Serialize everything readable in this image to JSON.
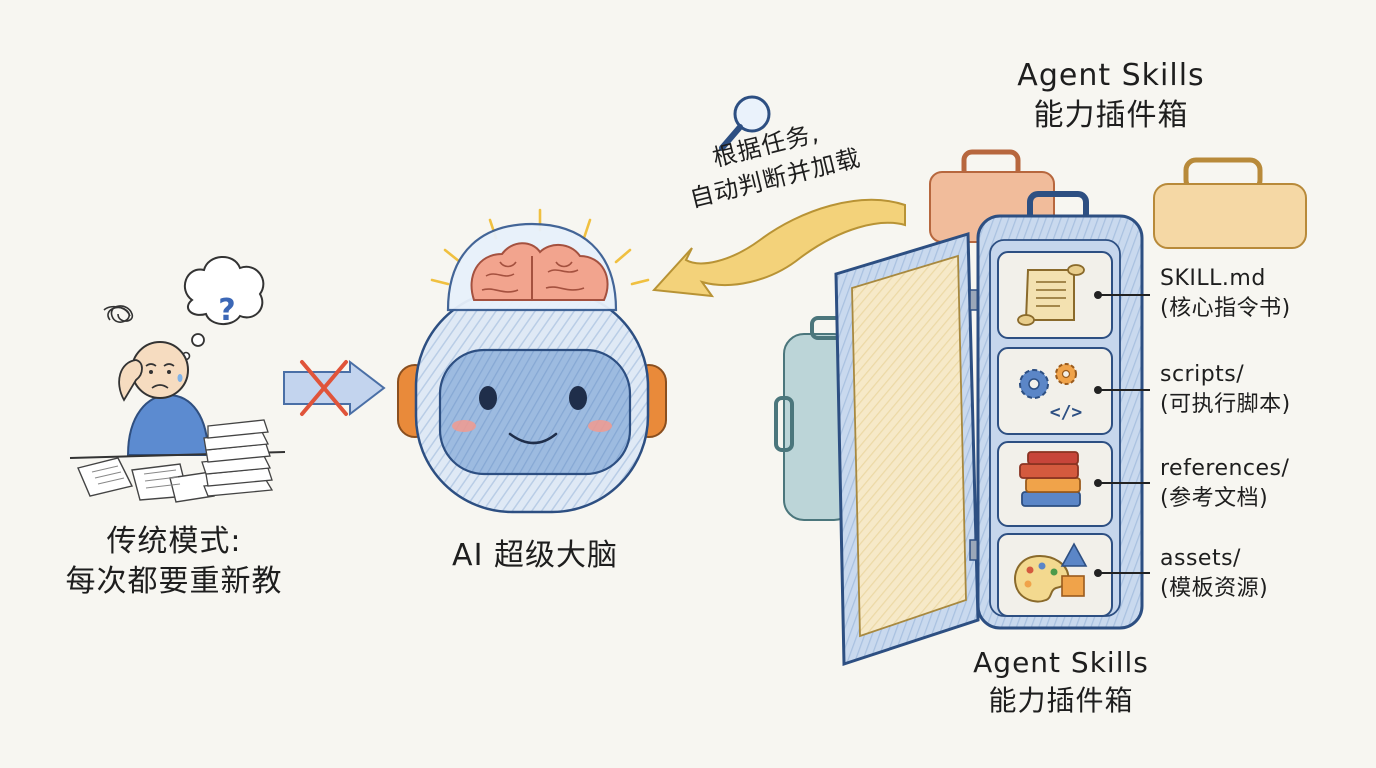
{
  "traditional": {
    "title_line1": "传统模式:",
    "title_line2": "每次都要重新教",
    "question_mark": "?"
  },
  "brain": {
    "label": "AI 超级大脑"
  },
  "hint": {
    "line1": "根据任务,",
    "line2": "自动判断并加载"
  },
  "skills_box": {
    "title_top_line1": "Agent Skills",
    "title_top_line2": "能力插件箱",
    "title_bottom_line1": "Agent Skills",
    "title_bottom_line2": "能力插件箱",
    "items": [
      {
        "name": "SKILL.md",
        "desc": "(核心指令书)",
        "icon": "scroll-icon"
      },
      {
        "name": "scripts/",
        "desc": "(可执行脚本)",
        "icon": "gears-code-icon"
      },
      {
        "name": "references/",
        "desc": "(参考文档)",
        "icon": "books-icon"
      },
      {
        "name": "assets/",
        "desc": "(模板资源)",
        "icon": "palette-shapes-icon"
      }
    ]
  },
  "colors": {
    "background": "#f7f6f1",
    "suitcase_blue": "#3a6aa8",
    "brain_pink": "#f2a48e",
    "arrow_yellow": "#f3d27a",
    "cross_red": "#e0543a",
    "headphone_orange": "#e98a3a"
  }
}
